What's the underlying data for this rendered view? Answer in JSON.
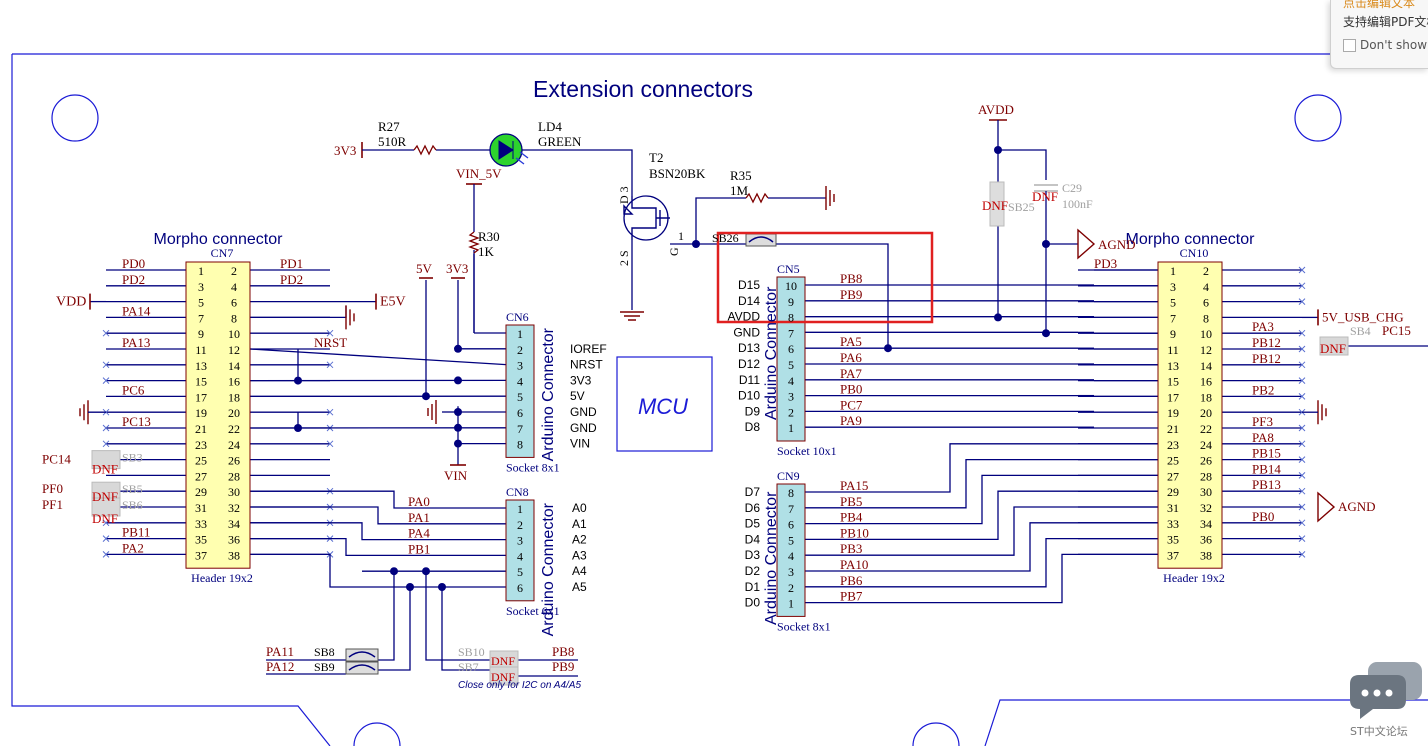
{
  "colors": {
    "net": "#00007e",
    "label": "#7e0000",
    "frame": "#1b1bd6",
    "part_header": "#ffffb0",
    "part_socket": "#b0e0e6",
    "highlight": "#e02020",
    "dnf_gray": "#a0a0a0"
  },
  "title": "Extension connectors",
  "mcu_label": "MCU",
  "note": "Close only for I2C on A4/A5",
  "cn7": {
    "title": "Morpho connector",
    "ref": "CN7",
    "footer": "Header 19x2",
    "pins_left": [
      "1",
      "3",
      "5",
      "7",
      "9",
      "11",
      "13",
      "15",
      "17",
      "19",
      "21",
      "23",
      "25",
      "27",
      "29",
      "31",
      "33",
      "35",
      "37"
    ],
    "pins_right": [
      "2",
      "4",
      "6",
      "8",
      "10",
      "12",
      "14",
      "16",
      "18",
      "20",
      "22",
      "24",
      "26",
      "28",
      "30",
      "32",
      "34",
      "36",
      "38"
    ],
    "nets_left": [
      "PD0",
      "PD2",
      "",
      "PA14",
      "",
      "PA13",
      "",
      "",
      "PC6",
      "",
      "PC13",
      "",
      "",
      "",
      "",
      "",
      "",
      "PB11",
      "PA2"
    ],
    "nets_right": [
      "PD1",
      "PD2",
      "",
      "",
      "",
      "",
      "",
      "",
      "",
      "",
      "",
      "",
      "",
      "",
      "",
      "",
      "",
      "",
      ""
    ]
  },
  "cn10": {
    "title": "Morpho connector",
    "ref": "CN10",
    "footer": "Header 19x2",
    "pins_left": [
      "1",
      "3",
      "5",
      "7",
      "9",
      "11",
      "13",
      "15",
      "17",
      "19",
      "21",
      "23",
      "25",
      "27",
      "29",
      "31",
      "33",
      "35",
      "37"
    ],
    "pins_right": [
      "2",
      "4",
      "6",
      "8",
      "10",
      "12",
      "14",
      "16",
      "18",
      "20",
      "22",
      "24",
      "26",
      "28",
      "30",
      "32",
      "34",
      "36",
      "38"
    ],
    "nets_left": [
      "PD3",
      "",
      "",
      "",
      "",
      "",
      "",
      "",
      "",
      "",
      "",
      "",
      "",
      "",
      "",
      "",
      "",
      "",
      ""
    ],
    "nets_right": [
      "",
      "",
      "",
      "",
      "PA3",
      "PB12",
      "PB12",
      "",
      "PB2",
      "",
      "PF3",
      "PA8",
      "PB15",
      "PB14",
      "PB13",
      "",
      "PB0",
      "",
      ""
    ]
  },
  "cn6": {
    "ref": "CN6",
    "name": "Arduino Connector",
    "footer": "Socket 8x1",
    "pins": [
      "1",
      "2",
      "3",
      "4",
      "5",
      "6",
      "7",
      "8"
    ],
    "signals": [
      "",
      "IOREF",
      "NRST",
      "3V3",
      "5V",
      "GND",
      "GND",
      "VIN"
    ]
  },
  "cn8": {
    "ref": "CN8",
    "name": "Arduino Connector",
    "footer": "Socket 6x1",
    "pins": [
      "1",
      "2",
      "3",
      "4",
      "5",
      "6"
    ],
    "signals": [
      "A0",
      "A1",
      "A2",
      "A3",
      "A4",
      "A5"
    ],
    "nets": [
      "PA0",
      "PA1",
      "PA4",
      "PB1",
      "",
      ""
    ]
  },
  "cn5": {
    "ref": "CN5",
    "name": "Arduino Connector",
    "footer": "Socket 10x1",
    "pins": [
      "10",
      "9",
      "8",
      "7",
      "6",
      "5",
      "4",
      "3",
      "2",
      "1"
    ],
    "signals": [
      "D15",
      "D14",
      "AVDD",
      "GND",
      "D13",
      "D12",
      "D11",
      "D10",
      "D9",
      "D8"
    ],
    "nets": [
      "PB8",
      "PB9",
      "",
      "",
      "PA5",
      "PA6",
      "PA7",
      "PB0",
      "PC7",
      "PA9"
    ]
  },
  "cn9": {
    "ref": "CN9",
    "name": "Arduino Connector",
    "footer": "Socket 8x1",
    "pins": [
      "8",
      "7",
      "6",
      "5",
      "4",
      "3",
      "2",
      "1"
    ],
    "signals": [
      "D7",
      "D6",
      "D5",
      "D4",
      "D3",
      "D2",
      "D1",
      "D0"
    ],
    "nets": [
      "PA15",
      "PB5",
      "PB4",
      "PB10",
      "PB3",
      "PA10",
      "PB6",
      "PB7"
    ]
  },
  "labels": {
    "vdd": "VDD",
    "e5v": "E5V",
    "nrst": "NRST",
    "v5": "5V",
    "v3v3": "3V3",
    "vin": "VIN",
    "vin_5v": "VIN_5V",
    "avdd": "AVDD",
    "agnd": "AGND",
    "usb_chg": "5V_USB_CHG",
    "pc15": "PC15",
    "pc14": "PC14",
    "pf0": "PF0",
    "pf1": "PF1",
    "pa11": "PA11",
    "pa12": "PA12",
    "pb8": "PB8",
    "pb9": "PB9",
    "dnf": "DNF"
  },
  "parts": {
    "r27_ref": "R27",
    "r27_val": "510R",
    "ld4_ref": "LD4",
    "ld4_val": "GREEN",
    "t2_ref": "T2",
    "t2_val": "BSN20BK",
    "r35_ref": "R35",
    "r35_val": "1M",
    "r30_ref": "R30",
    "r30_val": "1K",
    "c29_ref": "C29",
    "c29_val": "100nF",
    "sb25": "SB25",
    "sb26": "SB26",
    "sb4": "SB4",
    "sb3": "SB3",
    "sb5": "SB5",
    "sb6": "SB6",
    "sb8": "SB8",
    "sb9": "SB9",
    "sb10": "SB10",
    "sb7": "SB7",
    "t2_pin_d": "D 3",
    "t2_pin_s": "2 S",
    "t2_pin_g": "G",
    "t2_pin_1": "1"
  },
  "popup": {
    "top_text": "点击编辑文本",
    "message": "支持编辑PDF文档",
    "checkbox_label": "Don't show again"
  },
  "forum": {
    "label": "ST中文论坛"
  }
}
